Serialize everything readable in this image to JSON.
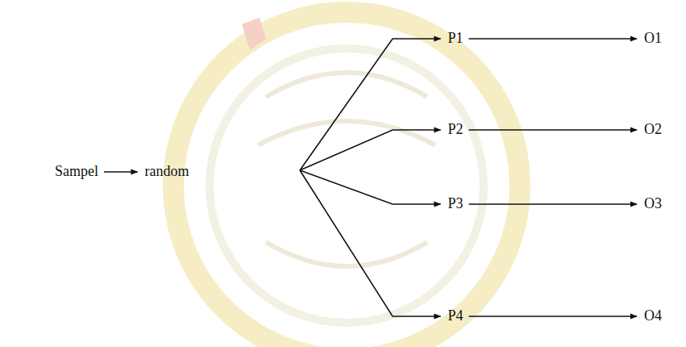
{
  "diagram": {
    "nodes": [
      {
        "text": [
          "Sampel"
        ]
      },
      {
        "text": [
          "random"
        ]
      },
      {
        "text": [
          "P1"
        ]
      },
      {
        "text": [
          "P2"
        ]
      },
      {
        "text": [
          "P3"
        ]
      },
      {
        "text": [
          "P4"
        ]
      },
      {
        "text": [
          "O1"
        ]
      },
      {
        "text": [
          "O2"
        ]
      },
      {
        "text": [
          "O3"
        ]
      },
      {
        "text": [
          "O4"
        ]
      }
    ],
    "edges": [
      {
        "from": 0,
        "to": 1,
        "arrow": "to"
      },
      {
        "from": 1,
        "to": 2,
        "arrow": "to"
      },
      {
        "from": 1,
        "to": 3,
        "arrow": "to"
      },
      {
        "from": 1,
        "to": 4,
        "arrow": "to"
      },
      {
        "from": 1,
        "to": 5,
        "arrow": "to"
      },
      {
        "from": 2,
        "to": 6,
        "arrow": "to"
      },
      {
        "from": 3,
        "to": 7,
        "arrow": "to"
      },
      {
        "from": 4,
        "to": 8,
        "arrow": "to"
      },
      {
        "from": 5,
        "to": 9,
        "arrow": "to"
      }
    ]
  }
}
